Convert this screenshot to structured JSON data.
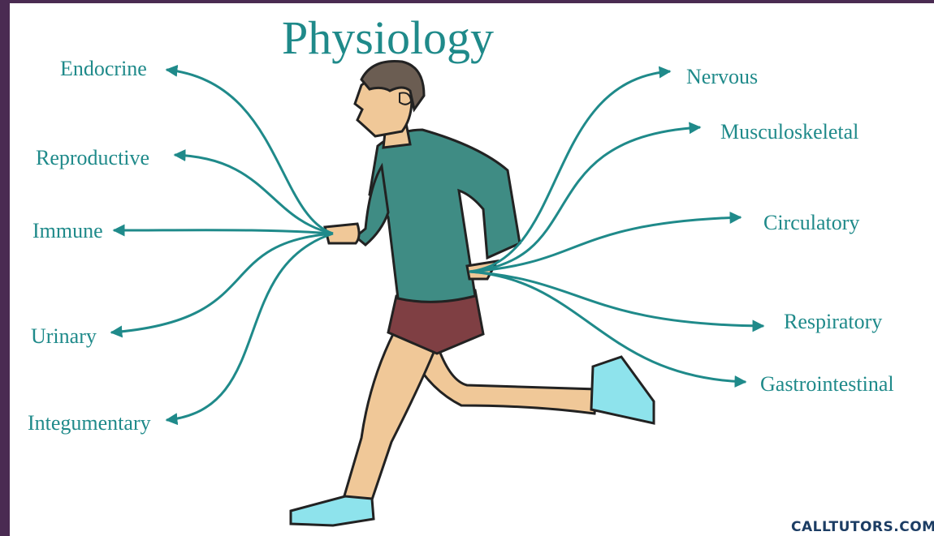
{
  "title": "Physiology",
  "systems_left": {
    "endocrine": "Endocrine",
    "reproductive": "Reproductive",
    "immune": "Immune",
    "urinary": "Urinary",
    "integumentary": "Integumentary"
  },
  "systems_right": {
    "nervous": "Nervous",
    "musculoskeletal": "Musculoskeletal",
    "circulatory": "Circulatory",
    "respiratory": "Respiratory",
    "gastrointestinal": "Gastrointestinal"
  },
  "watermark": "CALLTUTORS.COM",
  "colors": {
    "accent": "#1f8a8a",
    "shirt": "#3f8c84",
    "shorts": "#7f3f43",
    "skin": "#f0c898",
    "hair": "#6b5d52",
    "shoes": "#8ee3ec",
    "frame": "#4a2b52",
    "watermark": "#1c3d64"
  }
}
